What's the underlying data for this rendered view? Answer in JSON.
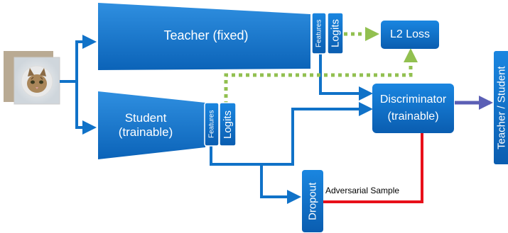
{
  "teacher": {
    "label": "Teacher (fixed)"
  },
  "student": {
    "label_line1": "Student",
    "label_line2": "(trainable)"
  },
  "features_label": "Features",
  "logits_label": "Logits",
  "loss": {
    "label": "L2 Loss"
  },
  "discriminator": {
    "label_line1": "Discriminator",
    "label_line2": "(trainable)"
  },
  "output": {
    "label": "Teacher / Student"
  },
  "dropout": {
    "label": "Dropout"
  },
  "adversarial": {
    "label": "Adversarial Sample"
  },
  "colors": {
    "blue": "#1072c8",
    "blue_dark": "#0b5aa3",
    "green": "#92c050",
    "red": "#e8101a",
    "purple": "#5b5fb5"
  },
  "input_image": {
    "icon": "cat-photo-icon"
  }
}
